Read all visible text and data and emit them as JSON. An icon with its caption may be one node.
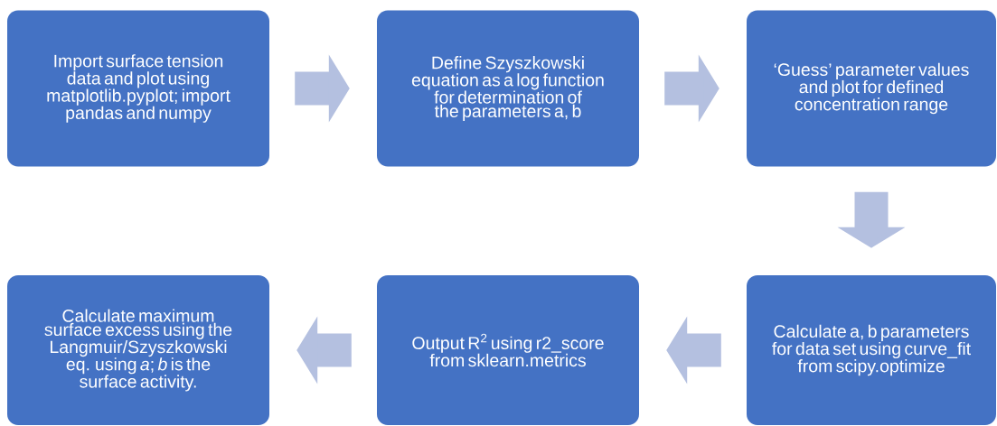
{
  "diagram": {
    "nodes": [
      {
        "text": [
          "Import surface tension data and plot using matplotlib.pyplot; import pandas and numpy"
        ]
      },
      {
        "text": [
          "Define Szyszkowski equation as a log function for determination of the parameters a, b"
        ]
      },
      {
        "text": [
          "‘Guess’ parameter values and plot for defined concentration range"
        ]
      },
      {
        "text": [
          "Calculate a, b parameters for data set using curve_fit from scipy.optimize"
        ]
      },
      {
        "text": [
          "Output R$^{2}$ using r2_score from sklearn.metrics"
        ]
      },
      {
        "text": [
          "Calculate maximum surface excess using the Langmuir/Szyszkowski eq. using *a*; *b* is the surface activity."
        ]
      }
    ],
    "edges": [
      {
        "from": 0,
        "to": 1,
        "arrow": "to"
      },
      {
        "from": 1,
        "to": 2,
        "arrow": "to"
      },
      {
        "from": 2,
        "to": 3,
        "arrow": "to"
      },
      {
        "from": 3,
        "to": 4,
        "arrow": "to"
      },
      {
        "from": 4,
        "to": 5,
        "arrow": "to"
      }
    ]
  }
}
